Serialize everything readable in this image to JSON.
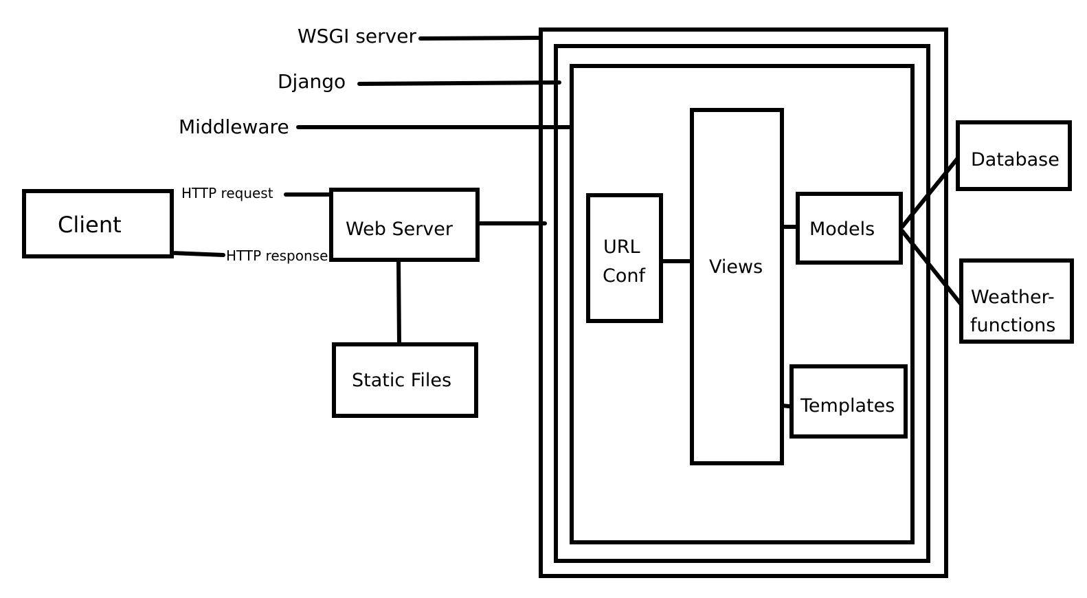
{
  "labels": {
    "wsgi": "WSGI server",
    "django": "Django",
    "middleware": "Middleware",
    "http_request": "HTTP request",
    "http_response": "HTTP response"
  },
  "boxes": {
    "client": "Client",
    "web_server": "Web Server",
    "static_files": "Static Files",
    "url_conf": [
      "URL",
      "Conf"
    ],
    "views": "Views",
    "models": "Models",
    "templates": "Templates",
    "database": "Database",
    "weather": [
      "Weather-",
      "functions"
    ]
  }
}
